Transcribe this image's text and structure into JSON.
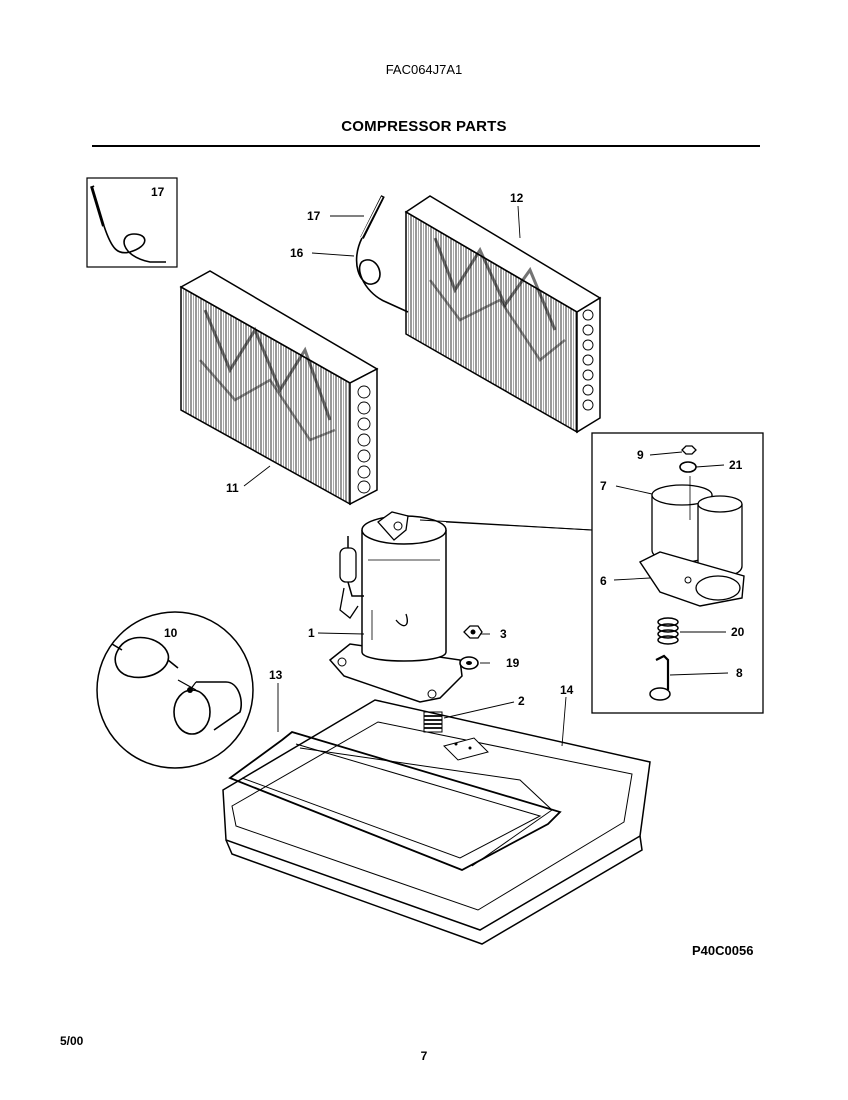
{
  "header": {
    "model_number": "FAC064J7A1",
    "section_title": "COMPRESSOR PARTS"
  },
  "callouts": {
    "c1": "1",
    "c2": "2",
    "c3": "3",
    "c6": "6",
    "c7": "7",
    "c8": "8",
    "c9": "9",
    "c10": "10",
    "c11": "11",
    "c12": "12",
    "c13": "13",
    "c14": "14",
    "c16": "16",
    "c17a": "17",
    "c17b": "17",
    "c19": "19",
    "c20": "20",
    "c21": "21"
  },
  "footer": {
    "drawing_code": "P40C0056",
    "date": "5/00",
    "page_number": "7"
  }
}
